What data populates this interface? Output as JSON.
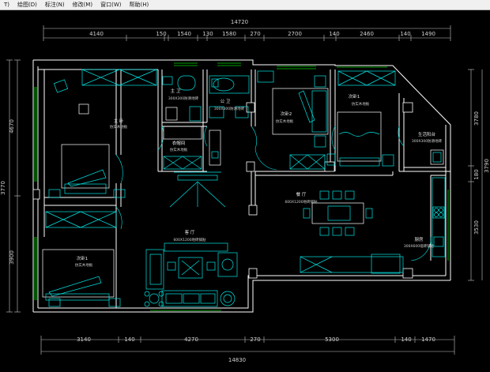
{
  "menu": {
    "items": [
      "T)",
      "绘图(D)",
      "标注(N)",
      "修改(M)",
      "窗口(W)",
      "帮助(H)"
    ]
  },
  "dims": {
    "top_total": "14720",
    "top_segments": [
      "4140",
      "150",
      "1540",
      "130",
      "1580",
      "270",
      "2700",
      "140",
      "2460",
      "140",
      "1490"
    ],
    "bottom_total": "14830",
    "bottom_segments": [
      "3140",
      "140",
      "4270",
      "270",
      "5300",
      "140",
      "1470"
    ],
    "left": [
      "4670",
      "3770",
      "3900"
    ],
    "right": [
      "3780",
      "180",
      "3790",
      "3530"
    ]
  },
  "rooms": {
    "master": {
      "name": "主 卧",
      "floor": "仿实木地板"
    },
    "bath1": {
      "name": "主 卫",
      "floor": "300X300防滑地砖"
    },
    "bath2": {
      "name": "公 卫",
      "floor": "300X300防滑地砖"
    },
    "closet": {
      "name": "衣帽间",
      "floor": "仿实木地板"
    },
    "bedroom2": {
      "name": "次卧2",
      "floor": "仿实木地板"
    },
    "bedroom1a": {
      "name": "次卧1",
      "floor": "仿实木地板"
    },
    "balcony": {
      "name": "生活阳台",
      "floor": "300X300防滑地砖"
    },
    "dining": {
      "name": "餐 厅",
      "floor": "600X1200地砖铺贴"
    },
    "living": {
      "name": "客 厅",
      "floor": "600X1200地砖铺贴"
    },
    "bedroom1b": {
      "name": "次卧1",
      "floor": "仿实木地板"
    },
    "kitchen": {
      "name": "厨房",
      "floor": "300X600墙砖铺贴"
    }
  },
  "colors": {
    "wall": "#ffffff",
    "furniture": "#00e5e5",
    "dim_line": "#c8c8c8",
    "window": "#00d000",
    "background": "#000000"
  }
}
